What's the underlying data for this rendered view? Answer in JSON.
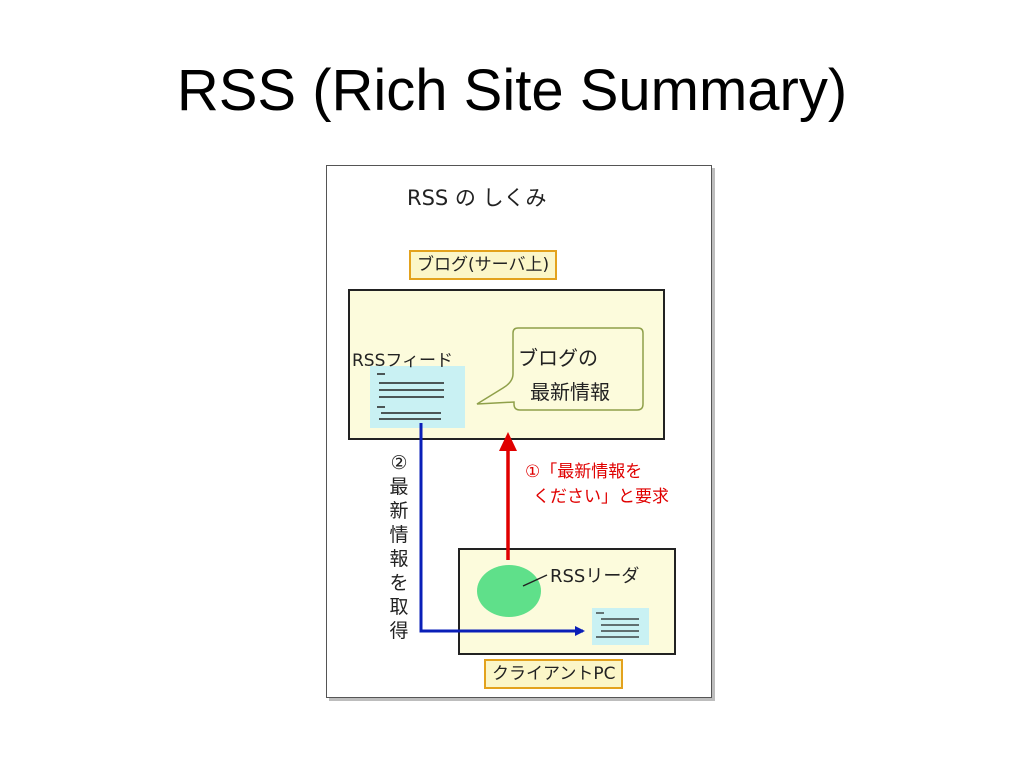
{
  "slide": {
    "title": "RSS (Rich Site Summary)"
  },
  "diagram": {
    "title": "RSS の しくみ",
    "server_label": "ブログ(サーバ上)",
    "rss_feed_label": "RSSフィード",
    "bubble_line1": "ブログの",
    "bubble_line2": "最新情報",
    "step2_text": "②最新情報を取得",
    "step1_line1": "①「最新情報を",
    "step1_line2": "ください」と要求",
    "rss_reader_label": "RSSリーダ",
    "client_label": "クライアントPC"
  },
  "colors": {
    "box_fill": "#fcfbdc",
    "label_fill": "#fbf6c8",
    "label_border": "#e3a21d",
    "doc_fill": "#c9f1f3",
    "reader_circle": "#5fe08a",
    "bubble_border": "#8fa04a",
    "red_arrow": "#e00000",
    "blue_arrow": "#0a1fb8"
  },
  "icons": [
    "document-icon",
    "document-icon",
    "reader-circle-icon"
  ]
}
